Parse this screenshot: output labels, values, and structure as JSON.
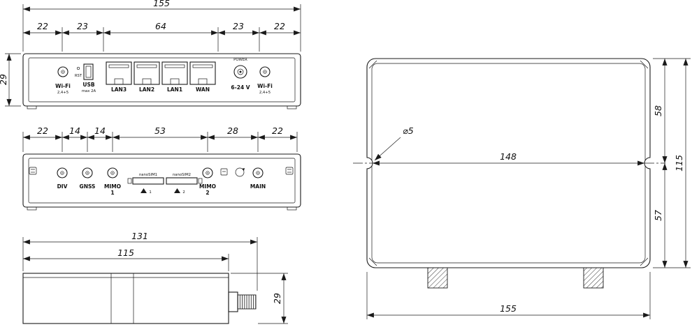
{
  "front": {
    "dims": {
      "total": "155",
      "segments": [
        "22",
        "23",
        "64",
        "23",
        "22"
      ],
      "height": "29"
    },
    "ports": {
      "wifi_left": {
        "label": "Wi-Fi",
        "band": "2,4+5"
      },
      "rst": "RST",
      "usb": {
        "label": "USB",
        "sub": "max 2A"
      },
      "lan": [
        "LAN3",
        "LAN2",
        "LAN1",
        "WAN"
      ],
      "power": {
        "label": "POWER",
        "volts": "6-24 V"
      },
      "wifi_right": {
        "label": "Wi-Fi",
        "band": "2,4+5"
      }
    }
  },
  "rear": {
    "dims": {
      "segments": [
        "22",
        "14",
        "14",
        "53",
        "28",
        "22"
      ]
    },
    "ports": {
      "div": "DIV",
      "gnss": "GNSS",
      "mimo1": {
        "label": "MIMO",
        "num": "1"
      },
      "sim1": "nanoSIM1",
      "sim2": "nanoSIM2",
      "sim1_num": "1",
      "sim2_num": "2",
      "mimo2": {
        "label": "MIMO",
        "num": "2"
      },
      "main": "MAIN"
    }
  },
  "side": {
    "dims": {
      "total": "131",
      "body": "115",
      "height": "29"
    }
  },
  "top": {
    "dims": {
      "width": "155",
      "between_holes": "148",
      "upper": "58",
      "lower": "57",
      "height": "115",
      "hole": "⌀5"
    }
  }
}
